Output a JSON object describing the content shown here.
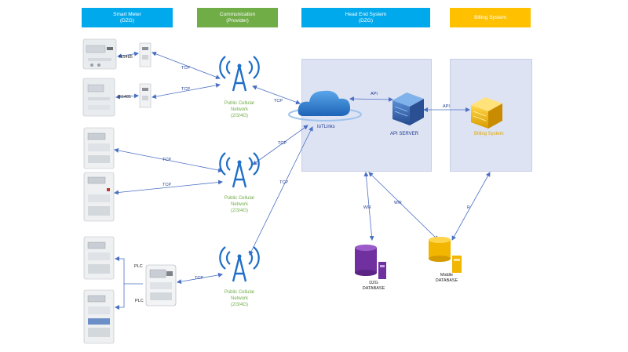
{
  "headers": {
    "smart_meter": {
      "line1": "Smart Meter",
      "line2": "(DZG)",
      "color": "#00a9ec"
    },
    "communication": {
      "line1": "Communication",
      "line2": "(Provider)",
      "color": "#70ad47"
    },
    "head_end": {
      "line1": "Head End System",
      "line2": "(DZG)",
      "color": "#00a9ec"
    },
    "billing": {
      "line1": "Billing System",
      "line2": "",
      "color": "#ffc000"
    }
  },
  "networks": [
    {
      "line1": "Public Cellular",
      "line2": "Network",
      "line3": "(2/3/4G)"
    },
    {
      "line1": "Public Cellular",
      "line2": "Network",
      "line3": "(2/3/4G)"
    },
    {
      "line1": "Public Cellular",
      "line2": "Network",
      "line3": "(2/3/4G)"
    }
  ],
  "labels": {
    "rs485_1": "RS485",
    "rs485_2": "RS485",
    "tcp": "TCP",
    "plc": "PLC",
    "api": "API",
    "iotlinks": "IoTLinks",
    "api_server": "API SERVER",
    "billing_system": "Billing System",
    "wr": "W/R",
    "r": "R"
  },
  "databases": {
    "dzg": {
      "line1": "DZG",
      "line2": "DATABASE"
    },
    "middle": {
      "line1": "Middle",
      "line2": "DATABASE"
    }
  },
  "colors": {
    "arrow": "#4a6fc4",
    "panel": "#dde3f3",
    "purple": "#7030a0",
    "gold": "#f2b600",
    "cloud": "#1e74c8"
  }
}
